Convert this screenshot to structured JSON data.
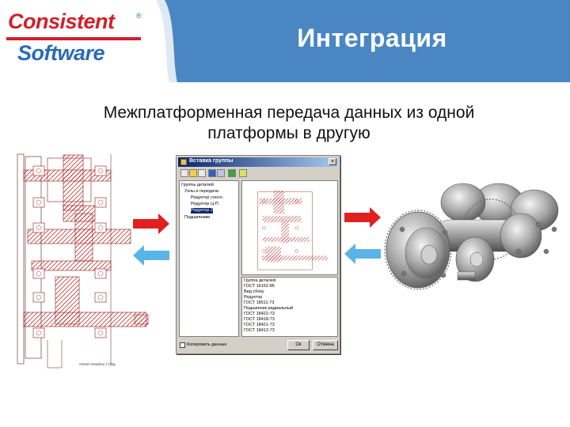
{
  "header": {
    "logo_top": "Consistent",
    "logo_bottom": "Software",
    "logo_reg": "®",
    "title": "Интеграция"
  },
  "subtitle": {
    "line1": "Межплатформенная передача данных из одной",
    "line2": "платформы в другую"
  },
  "drawing": {
    "caption": "Assem Gearbox 7.dwg"
  },
  "dialog": {
    "title": "Вставка группы",
    "close_glyph": "×",
    "tree": [
      {
        "label": "Группы деталей",
        "selected": false
      },
      {
        "label": "Узлы и передачи",
        "selected": false
      },
      {
        "label": "Редуктор соосн.",
        "selected": false
      },
      {
        "label": "Редуктор Ц-П",
        "selected": false
      },
      {
        "label": "Редуктор 2",
        "selected": true
      },
      {
        "label": "Подшипники",
        "selected": false
      }
    ],
    "properties": [
      "Группа деталей:",
      "ГОСТ 16162-85",
      "Вид сбоку",
      "Редуктор",
      "ГОСТ 18511-73",
      "Подшипник радиальный",
      "ГОСТ 18422-73",
      "ГОСТ 18418-73",
      "ГОСТ 18421-73",
      "ГОСТ 18412-73"
    ],
    "checkbox_label": "Копировать данные",
    "ok_label": "Ок",
    "cancel_label": "Отмена"
  },
  "colors": {
    "header_blue": "#4a87c2",
    "logo_red": "#d0202a",
    "logo_blue": "#2a6bb4",
    "arrow_red": "#e02020",
    "arrow_blue": "#5ab4e8",
    "drawing_red": "#c0282a"
  },
  "icons": {
    "arrow_right": "red-right-arrow-icon",
    "arrow_left": "blue-left-arrow-icon"
  }
}
